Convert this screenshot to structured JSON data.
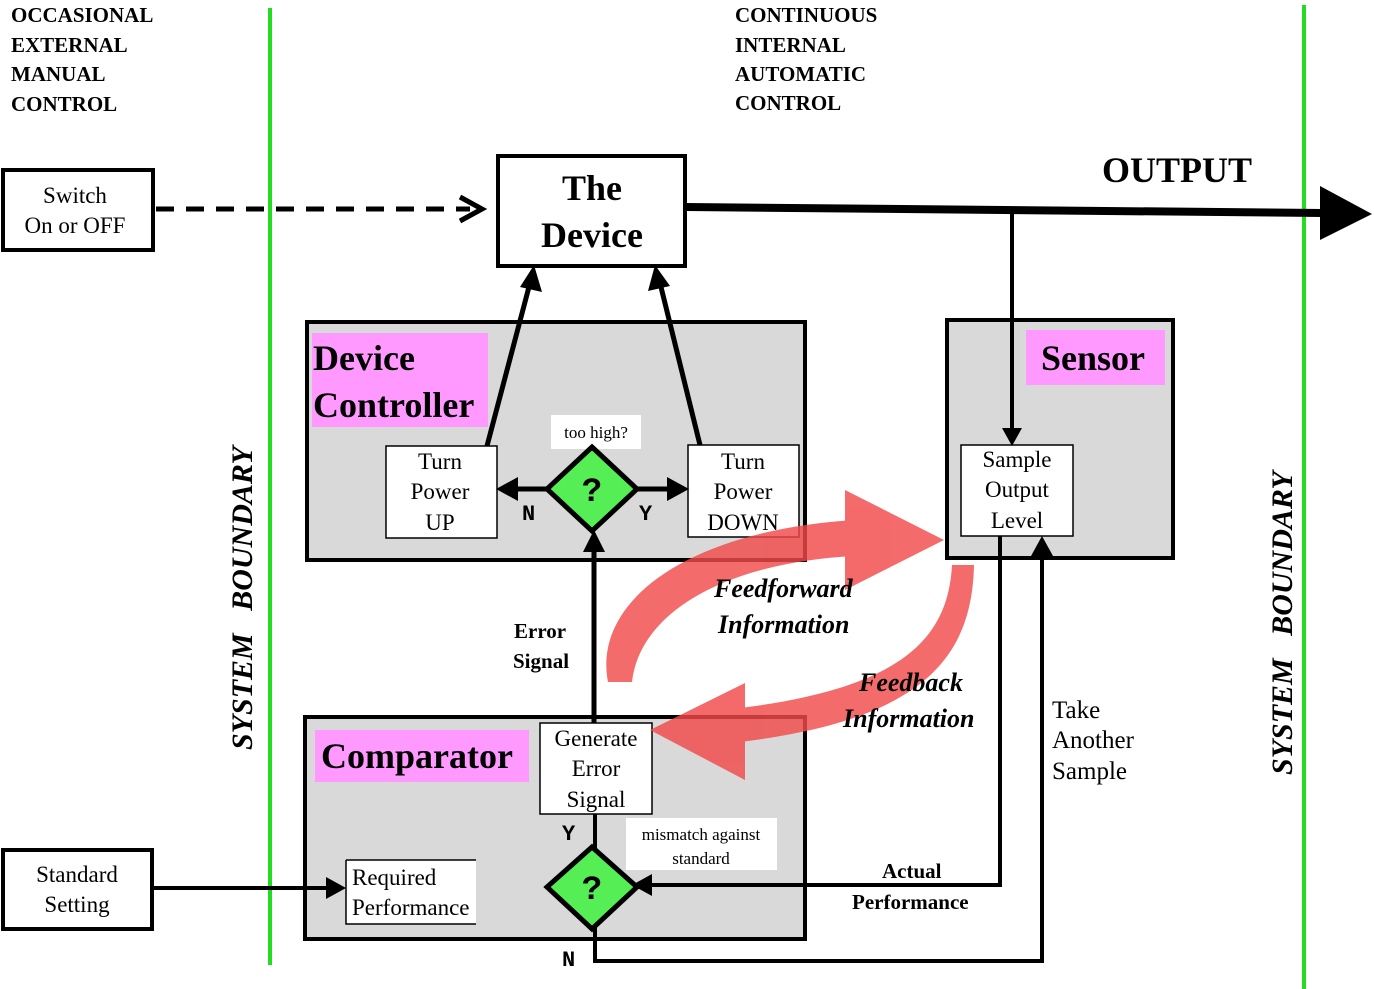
{
  "regions": {
    "left": [
      "OCCASIONAL",
      "EXTERNAL",
      "MANUAL",
      "CONTROL"
    ],
    "right": [
      "CONTINUOUS",
      "INTERNAL",
      "AUTOMATIC",
      "CONTROL"
    ]
  },
  "boundary": {
    "left": "SYSTEM   BOUNDARY",
    "right": "SYSTEM   BOUNDARY"
  },
  "output": "OUTPUT",
  "switch": [
    "Switch",
    "On or OFF"
  ],
  "standard": [
    "Standard",
    "Setting"
  ],
  "device": [
    "The",
    "Device"
  ],
  "device_controller": {
    "title": [
      "Device",
      "Controller"
    ],
    "turn_up": [
      "Turn",
      "Power",
      "UP"
    ],
    "turn_down": [
      "Turn",
      "Power",
      "DOWN"
    ],
    "decision": {
      "symbol": "?",
      "question": "too high?",
      "no": "N",
      "yes": "Y"
    }
  },
  "sensor": {
    "title": "Sensor",
    "sample": [
      "Sample",
      "Output",
      "Level"
    ]
  },
  "comparator": {
    "title": "Comparator",
    "generate": [
      "Generate",
      "Error",
      "Signal"
    ],
    "required": [
      "Required",
      "Performance"
    ],
    "decision": {
      "symbol": "?",
      "question": [
        "mismatch against",
        "standard"
      ],
      "yes": "Y",
      "no": "N"
    }
  },
  "labels": {
    "error_signal": [
      "Error",
      "Signal"
    ],
    "actual_performance": [
      "Actual",
      "Performance"
    ],
    "take_sample": [
      "Take",
      "Another",
      "Sample"
    ],
    "feedforward": [
      "Feedforward",
      "Information"
    ],
    "feedback": [
      "Feedback",
      "Information"
    ]
  },
  "colors": {
    "boundary": "#22dd22",
    "panel": "#d9d9d9",
    "title_highlight": "#ff99ff",
    "decision": "#55ee55",
    "info_arrow": "#f24a4a"
  }
}
